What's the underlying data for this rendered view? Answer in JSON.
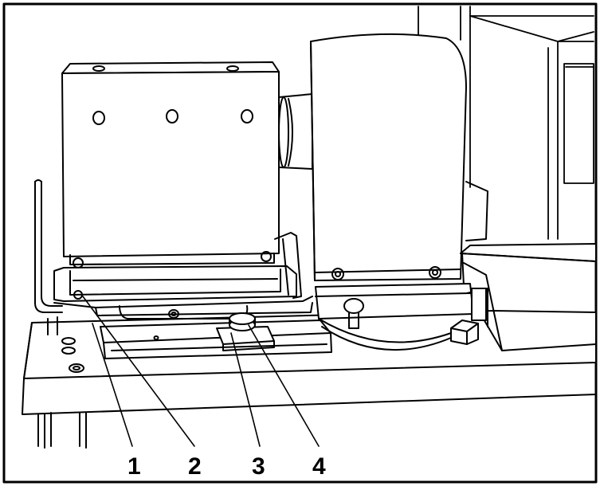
{
  "diagram": {
    "callouts": [
      {
        "id": "1",
        "label": "1"
      },
      {
        "id": "2",
        "label": "2"
      },
      {
        "id": "3",
        "label": "3"
      },
      {
        "id": "4",
        "label": "4"
      }
    ]
  },
  "colors": {
    "line": "#000000",
    "fill": "#ffffff",
    "background": "#ffffff"
  }
}
